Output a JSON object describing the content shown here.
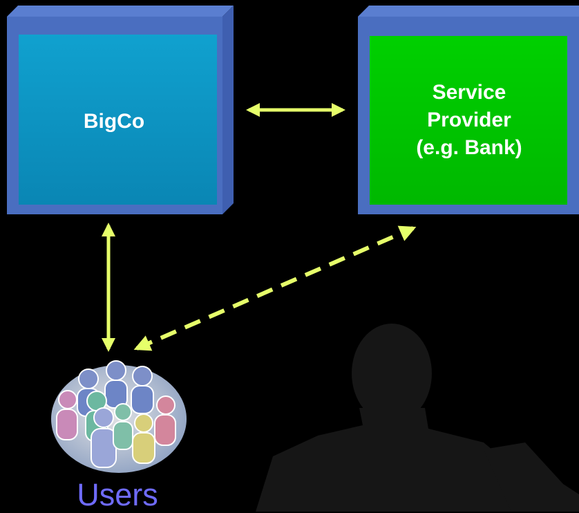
{
  "diagram": {
    "nodes": {
      "bigco": {
        "label": "BigCo"
      },
      "service_provider": {
        "lines": [
          "Service",
          "Provider",
          "(e.g. Bank)"
        ]
      },
      "users": {
        "label": "Users"
      }
    },
    "edges": [
      {
        "from": "bigco",
        "to": "service_provider",
        "style": "solid",
        "direction": "both"
      },
      {
        "from": "bigco",
        "to": "users",
        "style": "solid",
        "direction": "both"
      },
      {
        "from": "users",
        "to": "service_provider",
        "style": "dashed",
        "direction": "both"
      }
    ],
    "colors": {
      "background": "#000000",
      "bigco_fill": "#0a93c0",
      "service_provider_fill": "#00c400",
      "arrow": "#e6ff6a",
      "users_label": "#6f6bff",
      "silhouette": "#161616"
    },
    "icons": [
      "users-group-icon",
      "speaker-silhouette"
    ]
  }
}
